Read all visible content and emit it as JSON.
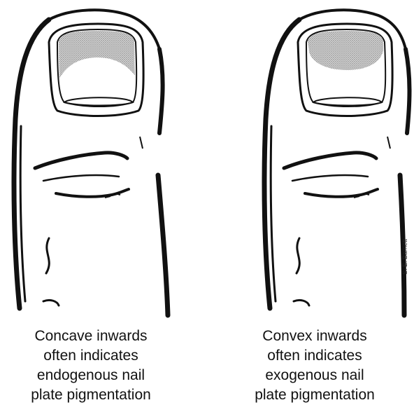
{
  "panels": [
    {
      "caption_lines": [
        "Concave inwards",
        "often indicates",
        "endogenous nail",
        "plate pigmentation"
      ]
    },
    {
      "caption_lines": [
        "Convex inwards",
        "often indicates",
        "exogenous nail",
        "plate pigmentation"
      ]
    }
  ],
  "signature": "S. E. Barnett",
  "colors": {
    "ink": "#111111",
    "pigment": "#a8a8a8",
    "background": "#ffffff"
  }
}
